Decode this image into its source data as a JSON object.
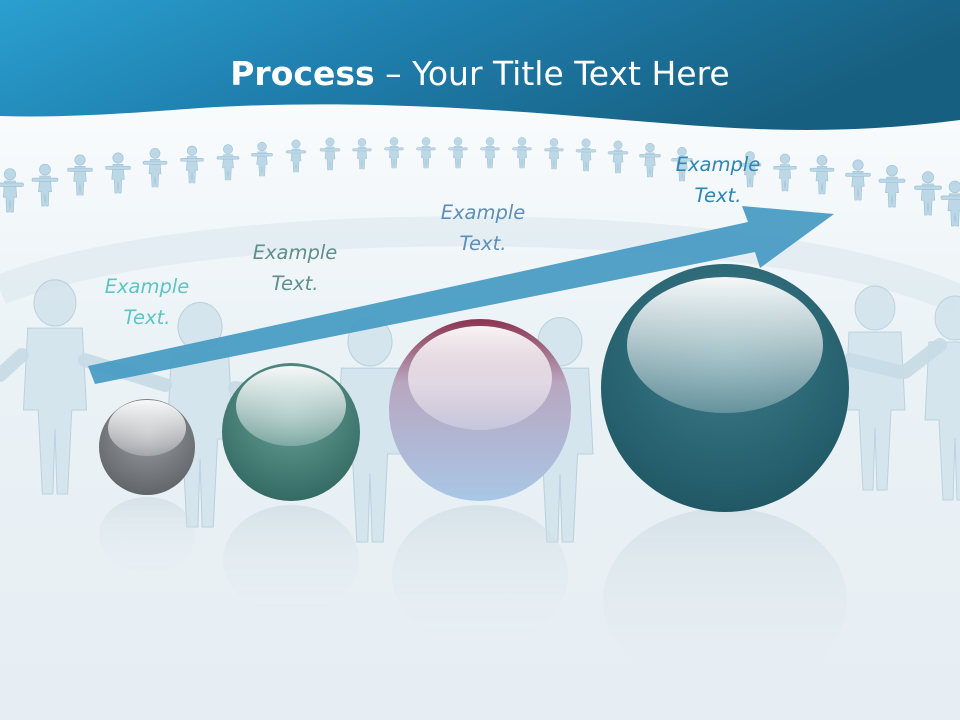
{
  "title": {
    "bold": "Process",
    "separator": " – ",
    "rest": "Your Title Text Here"
  },
  "steps": [
    {
      "line1": "Example",
      "line2": "Text.",
      "color": "#5ec4c4"
    },
    {
      "line1": "Example",
      "line2": "Text.",
      "color": "#5f8f8c"
    },
    {
      "line1": "Example",
      "line2": "Text.",
      "color": "#5d8fb8"
    },
    {
      "line1": "Example",
      "line2": "Text.",
      "color": "#2b87b3"
    }
  ],
  "colors": {
    "header_dark": "#1d6a8a",
    "header_light": "#2aa0d0",
    "arrow": "#4a9cc4",
    "figure": "#c9dde8",
    "sphere_gray": "#7a7d80",
    "sphere_teal": "#4d8a80",
    "sphere_lavender": "#a9bcd8",
    "sphere_dark_teal": "#2f6877"
  }
}
